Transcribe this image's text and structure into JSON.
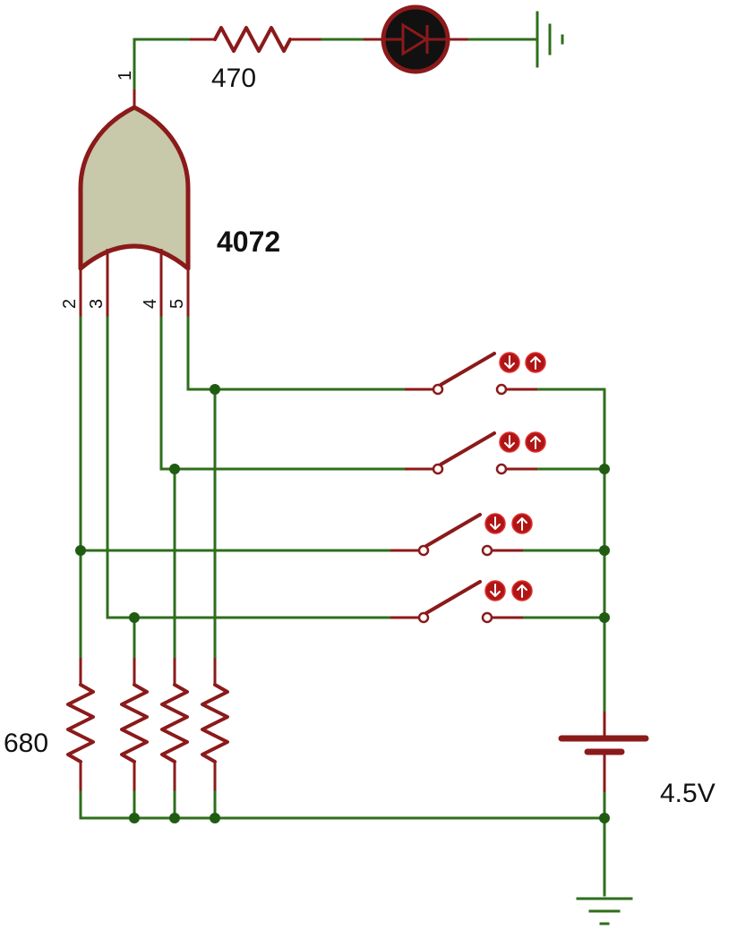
{
  "components": {
    "gate": {
      "part": "4072",
      "output_pin": "1",
      "input_pins": [
        "2",
        "3",
        "4",
        "5"
      ]
    },
    "output_resistor": {
      "value": "470"
    },
    "pulldown_resistor": {
      "value": "680"
    },
    "battery": {
      "value": "4.5V"
    }
  },
  "switches": [
    {
      "row": 1
    },
    {
      "row": 2
    },
    {
      "row": 3
    },
    {
      "row": 4
    }
  ],
  "colors": {
    "wire": "#2e6e1c",
    "component": "#8b1a1a",
    "gate_fill": "#c8c8aa",
    "led_body": "#111111",
    "button": "#b01515"
  }
}
